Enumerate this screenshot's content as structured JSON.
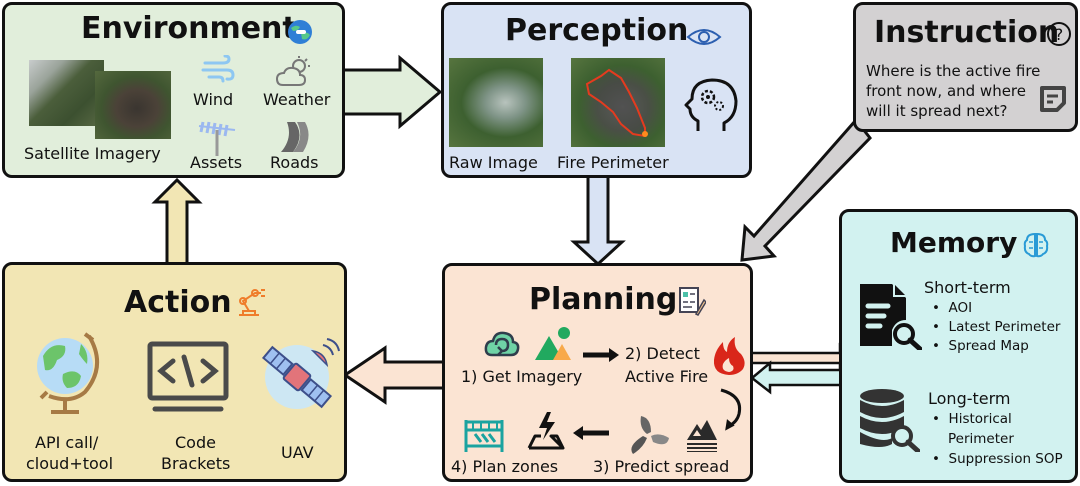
{
  "colors": {
    "environment": "#e1eedb",
    "perception": "#d9e3f4",
    "instruction": "#d3d1d2",
    "action": "#f2e6b4",
    "planning": "#fbe4d3",
    "memory": "#d2f2f0",
    "border": "#111111"
  },
  "environment": {
    "title": "Environment",
    "icon": "globe-icon",
    "items": [
      {
        "label": "Satellite Imagery",
        "icon": "satellite-image"
      },
      {
        "label": "Wind",
        "icon": "wind-icon"
      },
      {
        "label": "Weather",
        "icon": "weather-icon"
      },
      {
        "label": "Assets",
        "icon": "antenna-icon"
      },
      {
        "label": "Roads",
        "icon": "road-icon"
      }
    ]
  },
  "perception": {
    "title": "Perception",
    "icon": "eye-icon",
    "items": [
      {
        "label": "Raw Image",
        "icon": "raw-satellite-image"
      },
      {
        "label": "Fire Perimeter",
        "icon": "fire-perimeter-image"
      }
    ],
    "side_icon": "head-gears-icon"
  },
  "instruction": {
    "title": "Instruction",
    "icon": "question-icon",
    "text_lines": [
      "Where is the active fire",
      "front now, and where",
      "will it spread next?"
    ],
    "side_icon": "note-icon"
  },
  "action": {
    "title": "Action",
    "icon": "robot-arm-icon",
    "items": [
      {
        "label_lines": [
          "API call/",
          "cloud+tool"
        ],
        "icon": "globe-stand-icon"
      },
      {
        "label_lines": [
          "Code",
          "Brackets"
        ],
        "icon": "code-monitor-icon"
      },
      {
        "label_lines": [
          "UAV"
        ],
        "icon": "satellite-icon"
      }
    ]
  },
  "planning": {
    "title": "Planning",
    "icon": "checklist-icon",
    "steps": [
      {
        "label": "1) Get Imagery"
      },
      {
        "label_lines": [
          "2) Detect",
          "Active Fire"
        ]
      },
      {
        "label": "3) Predict spread"
      },
      {
        "label": "4) Plan zones"
      }
    ]
  },
  "memory": {
    "title": "Memory",
    "icon": "brain-icon",
    "short_term": {
      "title": "Short-term",
      "items": [
        "AOI",
        "Latest Perimeter",
        "Spread Map"
      ]
    },
    "long_term": {
      "title": "Long-term",
      "items": [
        "Historical",
        "Perimeter",
        "Suppression SOP"
      ]
    }
  }
}
